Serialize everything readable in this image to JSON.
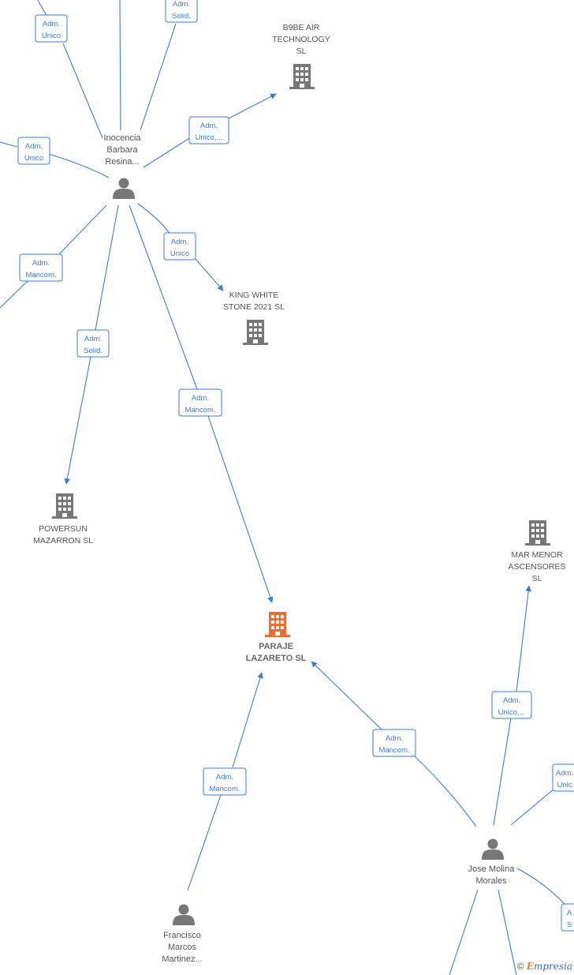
{
  "colors": {
    "edge": "#3b7dd8",
    "company": "#777777",
    "focus": "#f26a2e",
    "person": "#777777"
  },
  "nodes": [
    {
      "id": "inocencia",
      "type": "person",
      "lines": [
        "Inocencia",
        "Barbara",
        "Resina..."
      ]
    },
    {
      "id": "b9be",
      "type": "company",
      "lines": [
        "B9BE AIR",
        "TECHNOLOGY",
        "SL"
      ]
    },
    {
      "id": "kingwhite",
      "type": "company",
      "lines": [
        "KING WHITE",
        "STONE 2021  SL"
      ]
    },
    {
      "id": "powersun",
      "type": "company",
      "lines": [
        "POWERSUN",
        "MAZARRON  SL"
      ]
    },
    {
      "id": "paraje",
      "type": "focus",
      "lines": [
        "PARAJE",
        "LAZARETO  SL"
      ]
    },
    {
      "id": "marmenor",
      "type": "company",
      "lines": [
        "MAR MENOR",
        "ASCENSORES",
        "SL"
      ]
    },
    {
      "id": "josemolina",
      "type": "person",
      "lines": [
        "Jose Molina",
        "Morales"
      ]
    },
    {
      "id": "francisco",
      "type": "person",
      "lines": [
        "Francisco",
        "Marcos",
        "Martinez..."
      ]
    }
  ],
  "edges": [
    {
      "id": "e1",
      "lines": [
        "Adm.",
        "Unico"
      ]
    },
    {
      "id": "e2",
      "lines": [
        "Adm.",
        "Solid."
      ]
    },
    {
      "id": "e3",
      "lines": [
        "Adm.",
        "Unico,..."
      ]
    },
    {
      "id": "e4",
      "lines": [
        "Adm.",
        "Unico"
      ]
    },
    {
      "id": "e5",
      "lines": [
        "Adm.",
        "Unico"
      ]
    },
    {
      "id": "e6",
      "lines": [
        "Adm.",
        "Mancom."
      ]
    },
    {
      "id": "e7",
      "lines": [
        "Adm.",
        "Solid."
      ]
    },
    {
      "id": "e8",
      "lines": [
        "Adm.",
        "Mancom."
      ]
    },
    {
      "id": "e9",
      "lines": [
        "Adm.",
        "Mancom."
      ]
    },
    {
      "id": "e10",
      "lines": [
        "Adm.",
        "Mancom."
      ]
    },
    {
      "id": "e11",
      "lines": [
        "Adm.",
        "Unico,..."
      ]
    },
    {
      "id": "e12",
      "lines": [
        "Adm.",
        "Unic"
      ]
    },
    {
      "id": "e13",
      "lines": [
        "A",
        "S"
      ]
    }
  ],
  "brand": {
    "copyright": "©",
    "e": "E",
    "rest": "mpresia"
  }
}
